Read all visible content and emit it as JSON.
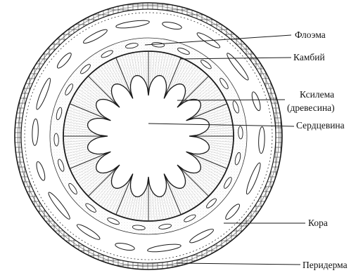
{
  "labels": {
    "phloem": "Флоэма",
    "cambium": "Камбий",
    "xylem_line1": "Ксилема",
    "xylem_line2": "(древесина)",
    "pith": "Сердцевина",
    "cortex": "Кора",
    "periderm": "Перидерма"
  },
  "colors": {
    "ink": "#1a1a1a",
    "background": "#ffffff",
    "stipple": "#9a9a9a"
  }
}
